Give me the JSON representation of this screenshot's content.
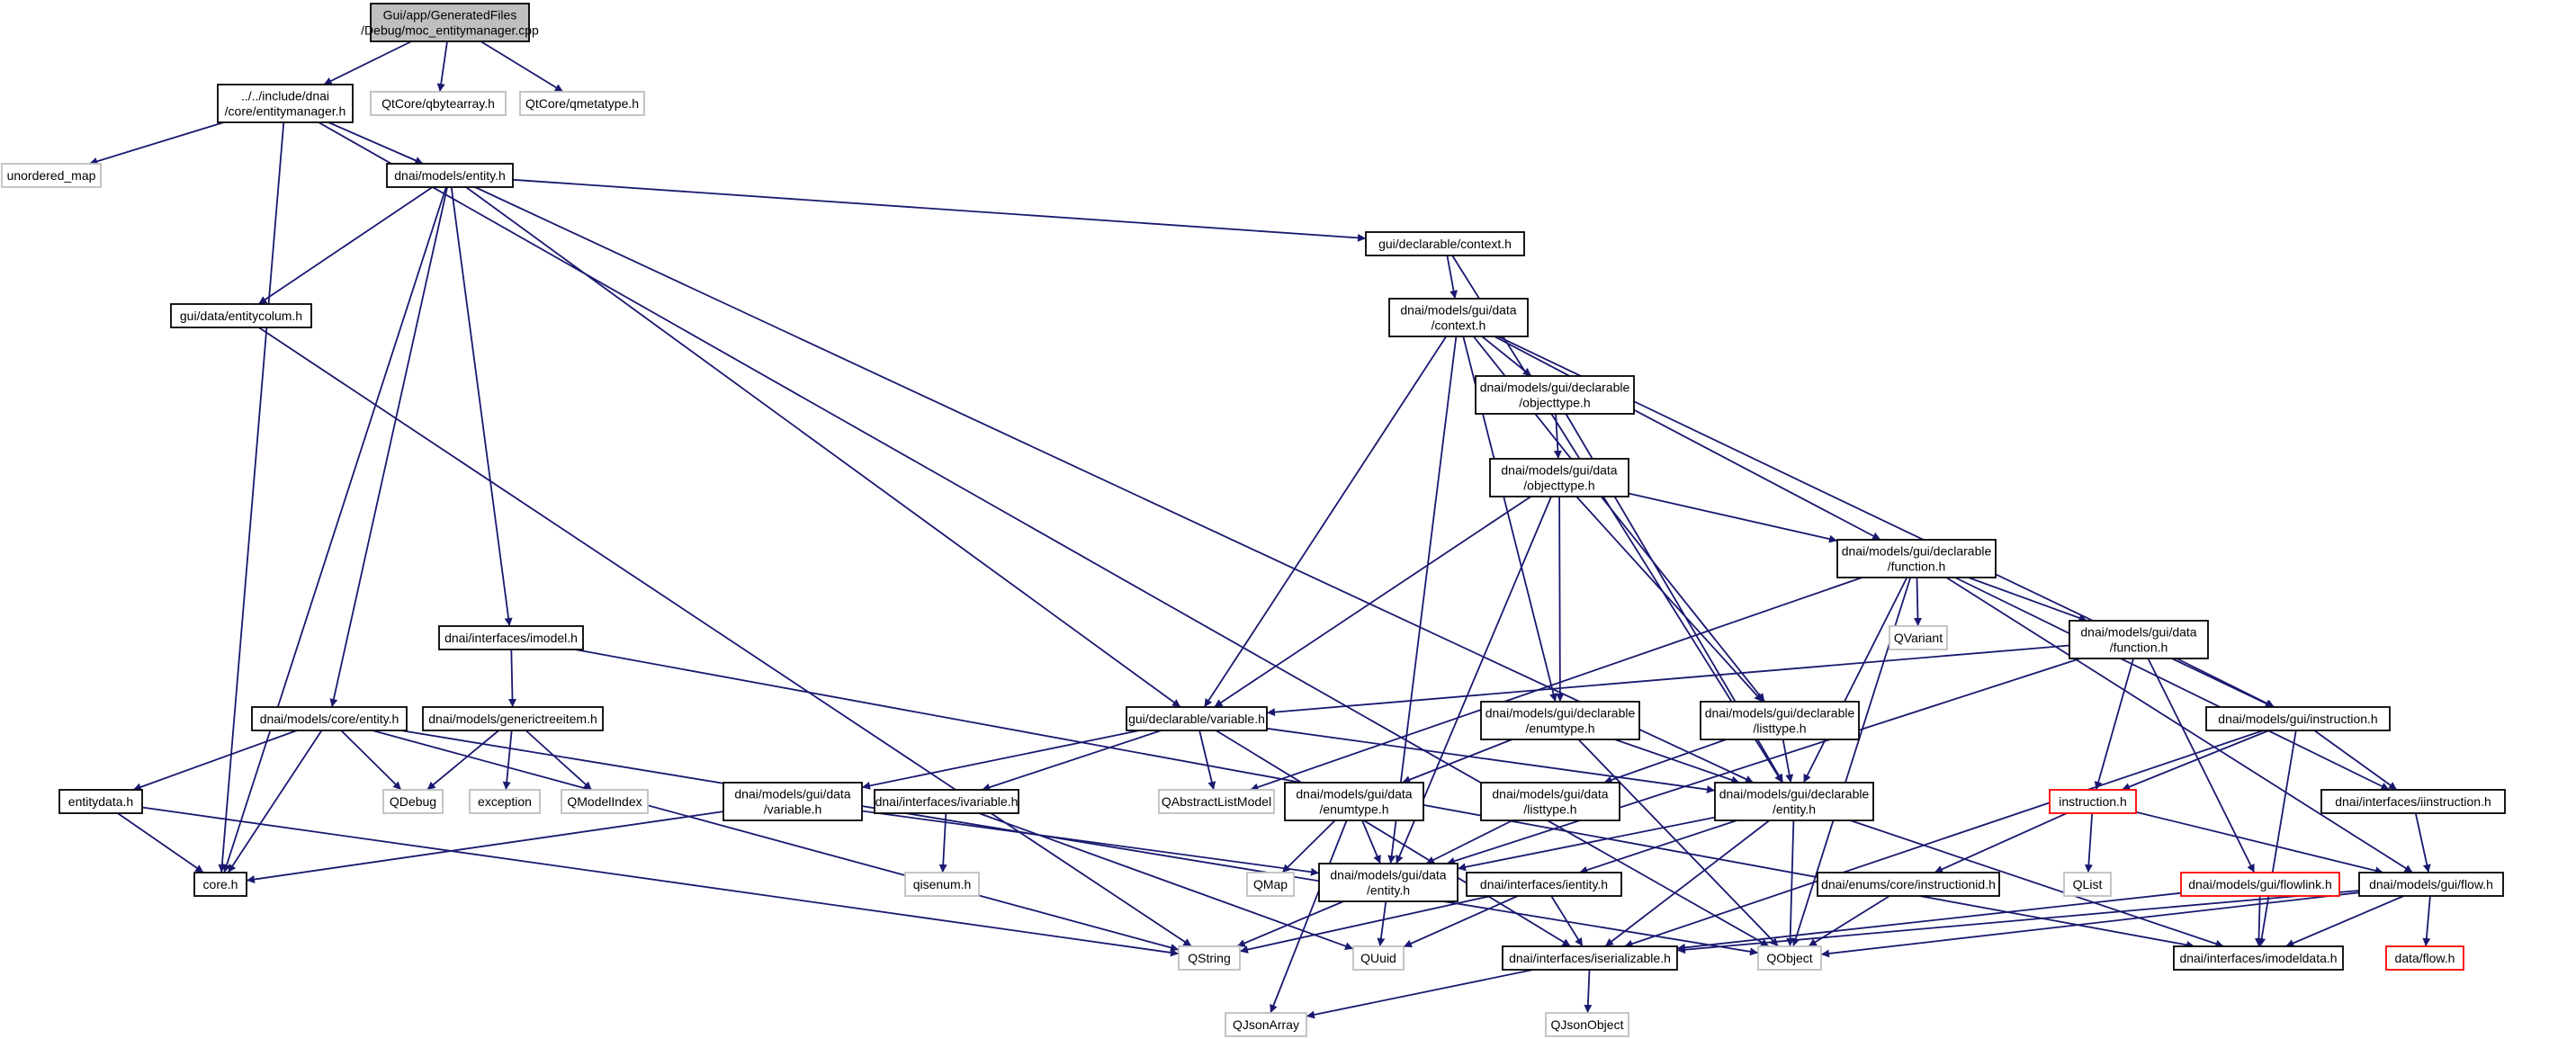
{
  "colors": {
    "edge": "#191970",
    "border_normal": "#000000",
    "border_external": "#bfbfbf",
    "border_truncated": "#ff0000",
    "fill_root": "#bfbfbf",
    "fill_default": "#ffffff"
  },
  "nodes": [
    {
      "id": "moc",
      "lines": [
        "Gui/app/GeneratedFiles",
        "/Debug/moc_entitymanager.cpp"
      ],
      "style": "root"
    },
    {
      "id": "em",
      "lines": [
        "../../include/dnai",
        "/core/entitymanager.h"
      ],
      "style": "normal"
    },
    {
      "id": "qbytearray",
      "lines": [
        "QtCore/qbytearray.h"
      ],
      "style": "external"
    },
    {
      "id": "qmetatype",
      "lines": [
        "QtCore/qmetatype.h"
      ],
      "style": "external"
    },
    {
      "id": "unordered_map",
      "lines": [
        "unordered_map"
      ],
      "style": "external"
    },
    {
      "id": "models_entity",
      "lines": [
        "dnai/models/entity.h"
      ],
      "style": "normal"
    },
    {
      "id": "decl_context",
      "lines": [
        "gui/declarable/context.h"
      ],
      "style": "normal"
    },
    {
      "id": "entitycolum",
      "lines": [
        "gui/data/entitycolum.h"
      ],
      "style": "normal"
    },
    {
      "id": "data_context",
      "lines": [
        "dnai/models/gui/data",
        "/context.h"
      ],
      "style": "normal"
    },
    {
      "id": "decl_objecttype",
      "lines": [
        "dnai/models/gui/declarable",
        "/objecttype.h"
      ],
      "style": "normal"
    },
    {
      "id": "data_objecttype",
      "lines": [
        "dnai/models/gui/data",
        "/objecttype.h"
      ],
      "style": "normal"
    },
    {
      "id": "decl_function",
      "lines": [
        "dnai/models/gui/declarable",
        "/function.h"
      ],
      "style": "normal"
    },
    {
      "id": "qvariant",
      "lines": [
        "QVariant"
      ],
      "style": "external"
    },
    {
      "id": "data_function",
      "lines": [
        "dnai/models/gui/data",
        "/function.h"
      ],
      "style": "normal"
    },
    {
      "id": "imodel",
      "lines": [
        "dnai/interfaces/imodel.h"
      ],
      "style": "normal"
    },
    {
      "id": "generictreeitem",
      "lines": [
        "dnai/models/generictreeitem.h"
      ],
      "style": "normal"
    },
    {
      "id": "core_entity",
      "lines": [
        "dnai/models/core/entity.h"
      ],
      "style": "normal"
    },
    {
      "id": "decl_variable",
      "lines": [
        "gui/declarable/variable.h"
      ],
      "style": "normal"
    },
    {
      "id": "decl_enumtype",
      "lines": [
        "dnai/models/gui/declarable",
        "/enumtype.h"
      ],
      "style": "normal"
    },
    {
      "id": "decl_listtype",
      "lines": [
        "dnai/models/gui/declarable",
        "/listtype.h"
      ],
      "style": "normal"
    },
    {
      "id": "gui_instruction",
      "lines": [
        "dnai/models/gui/instruction.h"
      ],
      "style": "normal"
    },
    {
      "id": "entitydata",
      "lines": [
        "entitydata.h"
      ],
      "style": "normal"
    },
    {
      "id": "qdebug",
      "lines": [
        "QDebug"
      ],
      "style": "external"
    },
    {
      "id": "exception",
      "lines": [
        "exception"
      ],
      "style": "external"
    },
    {
      "id": "qmodelindex",
      "lines": [
        "QModelIndex"
      ],
      "style": "external"
    },
    {
      "id": "data_variable",
      "lines": [
        "dnai/models/gui/data",
        "/variable.h"
      ],
      "style": "normal"
    },
    {
      "id": "ivariable",
      "lines": [
        "dnai/interfaces/ivariable.h"
      ],
      "style": "normal"
    },
    {
      "id": "qabstractlistmodel",
      "lines": [
        "QAbstractListModel"
      ],
      "style": "external"
    },
    {
      "id": "data_enumtype",
      "lines": [
        "dnai/models/gui/data",
        "/enumtype.h"
      ],
      "style": "normal"
    },
    {
      "id": "data_listtype",
      "lines": [
        "dnai/models/gui/data",
        "/listtype.h"
      ],
      "style": "normal"
    },
    {
      "id": "decl_entity",
      "lines": [
        "dnai/models/gui/declarable",
        "/entity.h"
      ],
      "style": "normal"
    },
    {
      "id": "instruction_h",
      "lines": [
        "instruction.h"
      ],
      "style": "truncated"
    },
    {
      "id": "iinstruction",
      "lines": [
        "dnai/interfaces/iinstruction.h"
      ],
      "style": "normal"
    },
    {
      "id": "core_h",
      "lines": [
        "core.h"
      ],
      "style": "normal"
    },
    {
      "id": "qisenum",
      "lines": [
        "qisenum.h"
      ],
      "style": "external"
    },
    {
      "id": "qmap",
      "lines": [
        "QMap"
      ],
      "style": "external"
    },
    {
      "id": "data_entity",
      "lines": [
        "dnai/models/gui/data",
        "/entity.h"
      ],
      "style": "normal"
    },
    {
      "id": "ientity",
      "lines": [
        "dnai/interfaces/ientity.h"
      ],
      "style": "normal"
    },
    {
      "id": "instructionid",
      "lines": [
        "dnai/enums/core/instructionid.h"
      ],
      "style": "normal"
    },
    {
      "id": "qlist",
      "lines": [
        "QList"
      ],
      "style": "external"
    },
    {
      "id": "flowlink",
      "lines": [
        "dnai/models/gui/flowlink.h"
      ],
      "style": "truncated"
    },
    {
      "id": "gui_flow",
      "lines": [
        "dnai/models/gui/flow.h"
      ],
      "style": "normal"
    },
    {
      "id": "qstring",
      "lines": [
        "QString"
      ],
      "style": "external"
    },
    {
      "id": "quuid",
      "lines": [
        "QUuid"
      ],
      "style": "external"
    },
    {
      "id": "iserializable",
      "lines": [
        "dnai/interfaces/iserializable.h"
      ],
      "style": "normal"
    },
    {
      "id": "qobject",
      "lines": [
        "QObject"
      ],
      "style": "external"
    },
    {
      "id": "imodeldata",
      "lines": [
        "dnai/interfaces/imodeldata.h"
      ],
      "style": "normal"
    },
    {
      "id": "data_flow",
      "lines": [
        "data/flow.h"
      ],
      "style": "truncated"
    },
    {
      "id": "qjsonarray",
      "lines": [
        "QJsonArray"
      ],
      "style": "external"
    },
    {
      "id": "qjsonobject",
      "lines": [
        "QJsonObject"
      ],
      "style": "external"
    }
  ],
  "edges": [
    [
      "moc",
      "em"
    ],
    [
      "moc",
      "qbytearray"
    ],
    [
      "moc",
      "qmetatype"
    ],
    [
      "em",
      "unordered_map"
    ],
    [
      "em",
      "models_entity"
    ],
    [
      "em",
      "core_h"
    ],
    [
      "em",
      "qobject"
    ],
    [
      "models_entity",
      "decl_context"
    ],
    [
      "models_entity",
      "entitycolum"
    ],
    [
      "models_entity",
      "imodel"
    ],
    [
      "models_entity",
      "core_entity"
    ],
    [
      "models_entity",
      "decl_variable"
    ],
    [
      "models_entity",
      "core_h"
    ],
    [
      "models_entity",
      "decl_entity"
    ],
    [
      "decl_context",
      "data_context"
    ],
    [
      "decl_context",
      "decl_entity"
    ],
    [
      "entitycolum",
      "qstring"
    ],
    [
      "data_context",
      "decl_objecttype"
    ],
    [
      "data_context",
      "decl_function"
    ],
    [
      "data_context",
      "decl_enumtype"
    ],
    [
      "data_context",
      "decl_variable"
    ],
    [
      "data_context",
      "decl_listtype"
    ],
    [
      "data_context",
      "data_entity"
    ],
    [
      "data_context",
      "gui_instruction"
    ],
    [
      "decl_objecttype",
      "data_objecttype"
    ],
    [
      "decl_objecttype",
      "decl_entity"
    ],
    [
      "data_objecttype",
      "decl_function"
    ],
    [
      "data_objecttype",
      "decl_enumtype"
    ],
    [
      "data_objecttype",
      "decl_listtype"
    ],
    [
      "data_objecttype",
      "decl_variable"
    ],
    [
      "data_objecttype",
      "data_entity"
    ],
    [
      "decl_function",
      "qvariant"
    ],
    [
      "decl_function",
      "data_function"
    ],
    [
      "decl_function",
      "qabstractlistmodel"
    ],
    [
      "decl_function",
      "iinstruction"
    ],
    [
      "decl_function",
      "gui_flow"
    ],
    [
      "decl_function",
      "qobject"
    ],
    [
      "decl_function",
      "decl_entity"
    ],
    [
      "data_function",
      "decl_variable"
    ],
    [
      "data_function",
      "gui_instruction"
    ],
    [
      "data_function",
      "instruction_h"
    ],
    [
      "data_function",
      "flowlink"
    ],
    [
      "data_function",
      "data_entity"
    ],
    [
      "imodel",
      "generictreeitem"
    ],
    [
      "imodel",
      "imodeldata"
    ],
    [
      "generictreeitem",
      "qdebug"
    ],
    [
      "generictreeitem",
      "exception"
    ],
    [
      "generictreeitem",
      "qmodelindex"
    ],
    [
      "core_entity",
      "entitydata"
    ],
    [
      "core_entity",
      "qdebug"
    ],
    [
      "core_entity",
      "core_h"
    ],
    [
      "core_entity",
      "qstring"
    ],
    [
      "core_entity",
      "qobject"
    ],
    [
      "decl_variable",
      "data_variable"
    ],
    [
      "decl_variable",
      "ivariable"
    ],
    [
      "decl_variable",
      "qabstractlistmodel"
    ],
    [
      "decl_variable",
      "decl_entity"
    ],
    [
      "decl_variable",
      "iserializable"
    ],
    [
      "decl_enumtype",
      "data_enumtype"
    ],
    [
      "decl_enumtype",
      "decl_entity"
    ],
    [
      "decl_enumtype",
      "qobject"
    ],
    [
      "decl_listtype",
      "data_listtype"
    ],
    [
      "decl_listtype",
      "decl_entity"
    ],
    [
      "gui_instruction",
      "instruction_h"
    ],
    [
      "gui_instruction",
      "iinstruction"
    ],
    [
      "gui_instruction",
      "iserializable"
    ],
    [
      "gui_instruction",
      "imodeldata"
    ],
    [
      "entitydata",
      "core_h"
    ],
    [
      "entitydata",
      "qstring"
    ],
    [
      "data_variable",
      "data_entity"
    ],
    [
      "data_variable",
      "core_h"
    ],
    [
      "ivariable",
      "qisenum"
    ],
    [
      "ivariable",
      "quuid"
    ],
    [
      "data_enumtype",
      "data_entity"
    ],
    [
      "data_enumtype",
      "qmap"
    ],
    [
      "data_enumtype",
      "qjsonarray"
    ],
    [
      "data_listtype",
      "data_entity"
    ],
    [
      "decl_entity",
      "data_entity"
    ],
    [
      "decl_entity",
      "ientity"
    ],
    [
      "decl_entity",
      "iserializable"
    ],
    [
      "decl_entity",
      "imodeldata"
    ],
    [
      "decl_entity",
      "qobject"
    ],
    [
      "instruction_h",
      "qlist"
    ],
    [
      "instruction_h",
      "gui_flow"
    ],
    [
      "instruction_h",
      "instructionid"
    ],
    [
      "iinstruction",
      "gui_flow"
    ],
    [
      "data_entity",
      "qstring"
    ],
    [
      "data_entity",
      "quuid"
    ],
    [
      "ientity",
      "quuid"
    ],
    [
      "ientity",
      "iserializable"
    ],
    [
      "ientity",
      "qstring"
    ],
    [
      "instructionid",
      "qobject"
    ],
    [
      "flowlink",
      "iserializable"
    ],
    [
      "flowlink",
      "imodeldata"
    ],
    [
      "gui_flow",
      "iserializable"
    ],
    [
      "gui_flow",
      "imodeldata"
    ],
    [
      "gui_flow",
      "data_flow"
    ],
    [
      "gui_flow",
      "qobject"
    ],
    [
      "iserializable",
      "qjsonarray"
    ],
    [
      "iserializable",
      "qjsonobject"
    ]
  ]
}
